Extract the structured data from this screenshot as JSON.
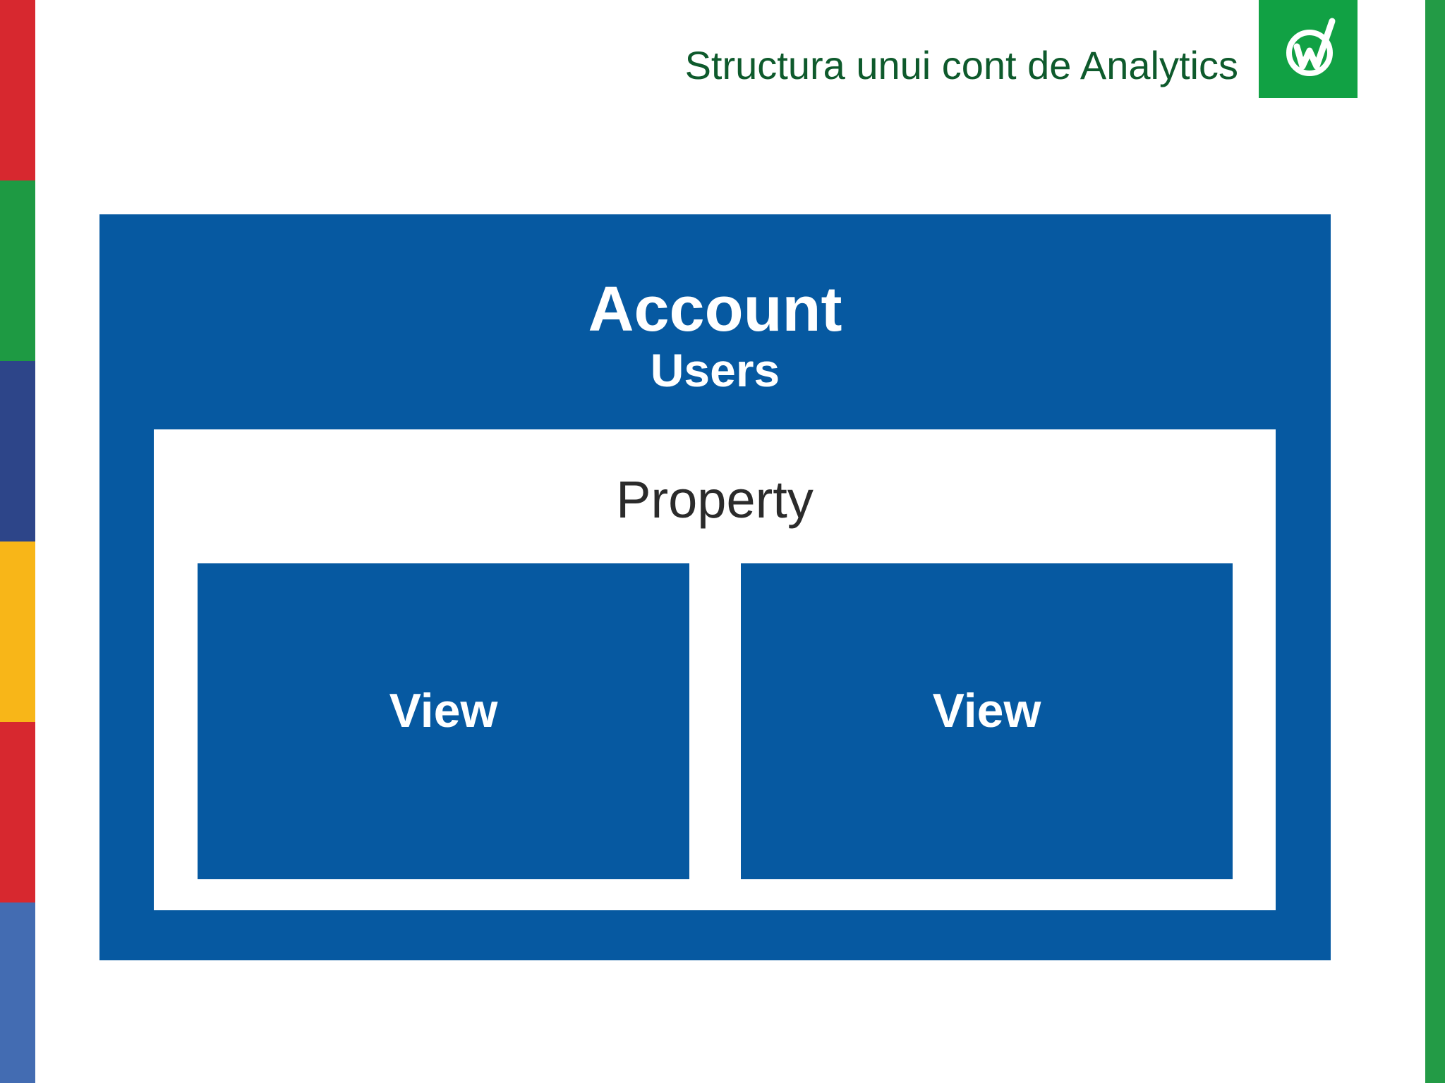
{
  "slide": {
    "title": "Structura unui cont de Analytics"
  },
  "logo": {
    "icon": "w-checkmark-logo-icon"
  },
  "diagram": {
    "account_label": "Account",
    "users_label": "Users",
    "property_label": "Property",
    "views": [
      {
        "label": "View"
      },
      {
        "label": "View"
      }
    ]
  },
  "colors": {
    "title_text": "#0e5a2c",
    "logo_bg": "#11a144",
    "diagram_blue": "#0659a1",
    "right_border": "#239b46",
    "left_stripe": [
      "#d7282f",
      "#1e9a43",
      "#2d4589",
      "#f8b618",
      "#d7282f",
      "#436cb2"
    ]
  }
}
